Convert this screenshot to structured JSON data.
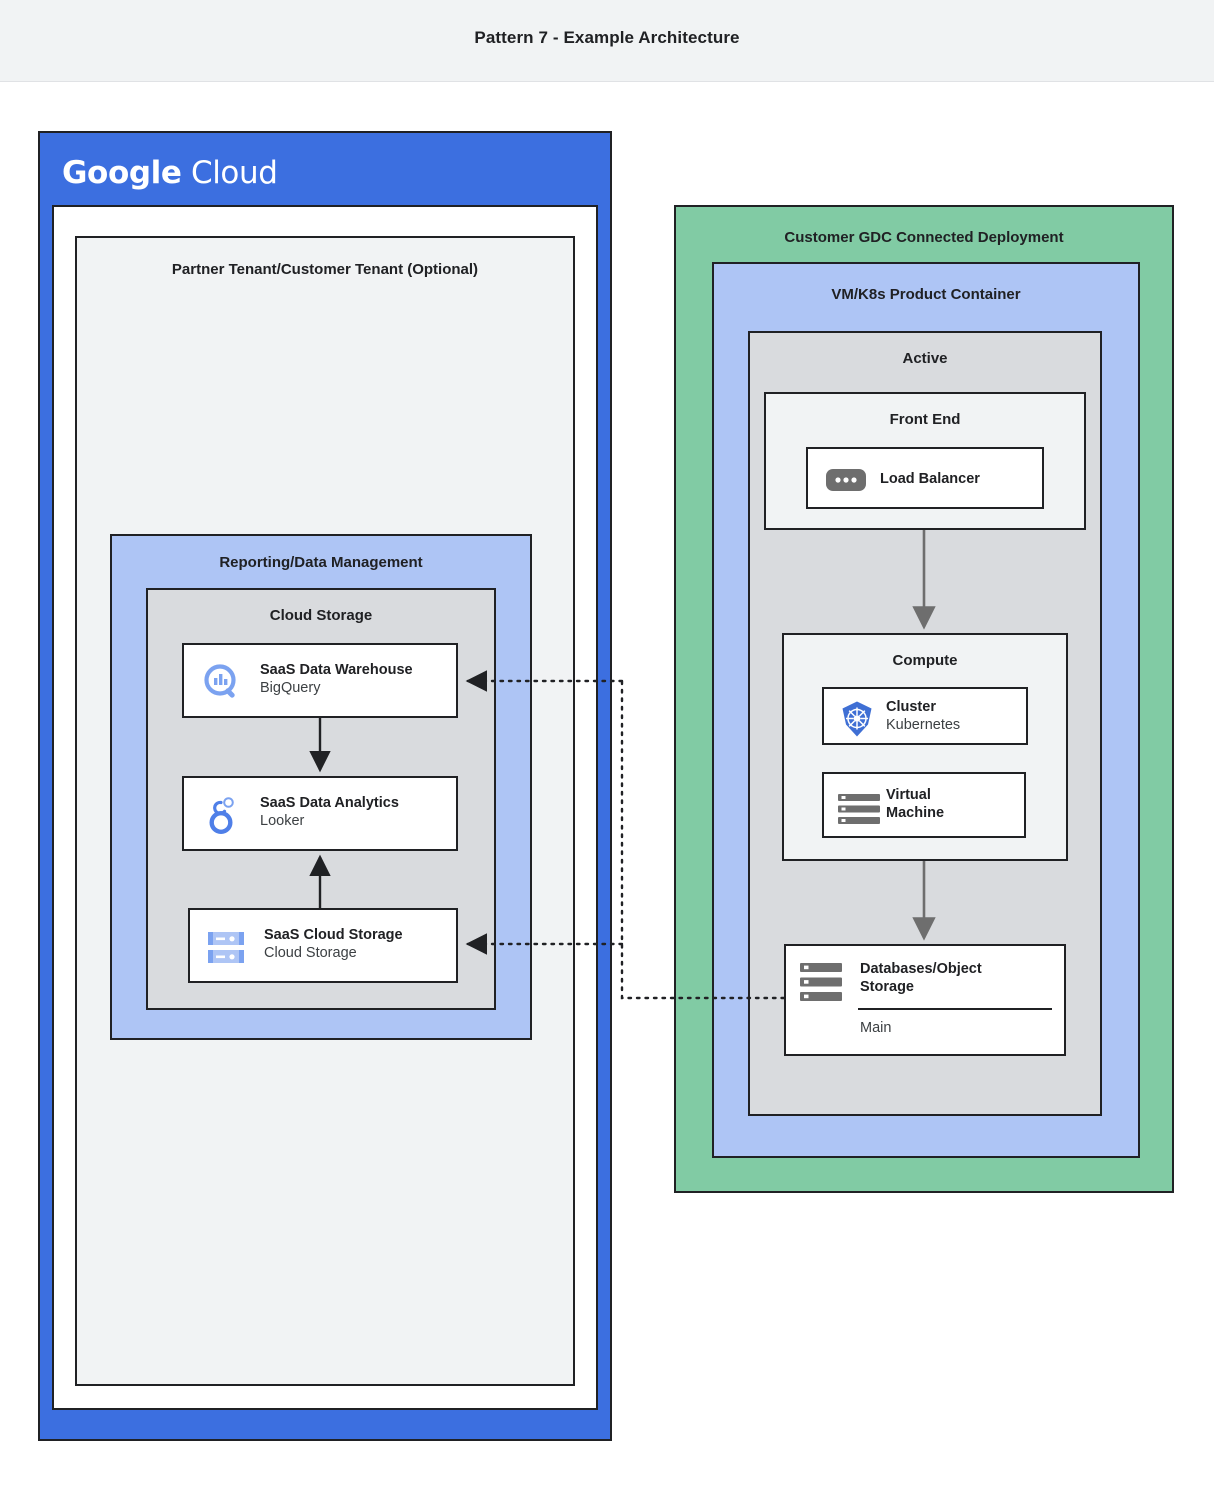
{
  "title": "Pattern 7 - Example Architecture",
  "colors": {
    "google_blue": "#3c6fe0",
    "light_blue": "#aec5f5",
    "green": "#81cba4",
    "gray": "#d9dbde",
    "light_gray": "#f1f3f4",
    "white": "#ffffff",
    "outline": "#202124",
    "kubernetes_blue": "#3f6fd4",
    "icon_blue": "#7ba2f0",
    "icon_gray": "#6e6e6e"
  },
  "google_cloud": {
    "logo_bold": "Google",
    "logo_light": "Cloud",
    "partner_tenant": {
      "label": "Partner Tenant/Customer Tenant (Optional)",
      "reporting": {
        "label": "Reporting/Data Management",
        "cloud_storage": {
          "label": "Cloud Storage",
          "items": [
            {
              "title": "SaaS Data Warehouse",
              "subtitle": "BigQuery",
              "icon": "bigquery-icon"
            },
            {
              "title": "SaaS Data Analytics",
              "subtitle": "Looker",
              "icon": "looker-icon"
            },
            {
              "title": "SaaS Cloud Storage",
              "subtitle": "Cloud Storage",
              "icon": "cloud-storage-icon"
            }
          ]
        }
      }
    }
  },
  "gdc": {
    "label": "Customer GDC Connected Deployment",
    "product_container": {
      "label": "VM/K8s Product Container",
      "active": {
        "label": "Active",
        "front_end": {
          "label": "Front End",
          "item": {
            "title": "Load Balancer",
            "icon": "load-balancer-icon"
          }
        },
        "compute": {
          "label": "Compute",
          "items": [
            {
              "title": "Cluster",
              "subtitle": "Kubernetes",
              "icon": "kubernetes-icon"
            },
            {
              "title": "Virtual",
              "title2": "Machine",
              "icon": "virtual-machine-icon"
            }
          ]
        },
        "database": {
          "title": "Databases/Object",
          "title2": "Storage",
          "footer": "Main",
          "icon": "database-icon"
        }
      }
    }
  }
}
